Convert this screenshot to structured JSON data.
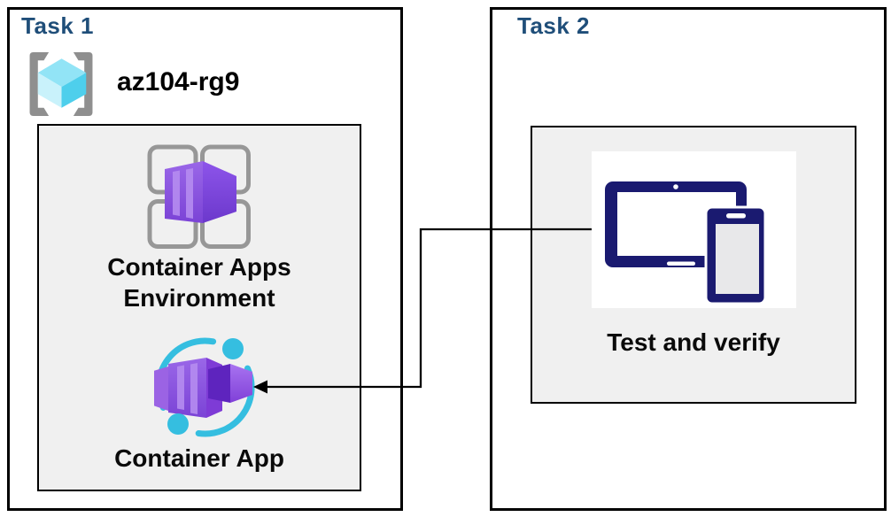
{
  "task1": {
    "title": "Task 1",
    "resource_group_name": "az104-rg9",
    "environment_label_line1": "Container Apps",
    "environment_label_line2": "Environment",
    "app_label": "Container App"
  },
  "task2": {
    "title": "Task 2",
    "verify_label": "Test and verify"
  },
  "colors": {
    "title_blue": "#1F4E79",
    "box_border": "#000000",
    "inner_box_bg": "#F0F0F0",
    "device_navy": "#1A1A70",
    "device_screen_gray": "#E8E8EA",
    "ring_cyan": "#35BEE0",
    "cube_cyan_top": "#92E4F6",
    "cube_cyan_left": "#C9F2FB",
    "cube_cyan_right": "#4ECFEC",
    "bracket_gray": "#8F8F8F",
    "grid_gray": "#979797",
    "purple_front": "#7B48D8",
    "purple_stripe": "#A37DEB",
    "purple_right_light": "#8955E5",
    "purple_right_dark": "#6C38CC",
    "arrow_black": "#000000"
  },
  "icons": [
    "resource-group-icon",
    "container-apps-environment-icon",
    "container-app-icon",
    "devices-icon",
    "arrow-connector"
  ]
}
